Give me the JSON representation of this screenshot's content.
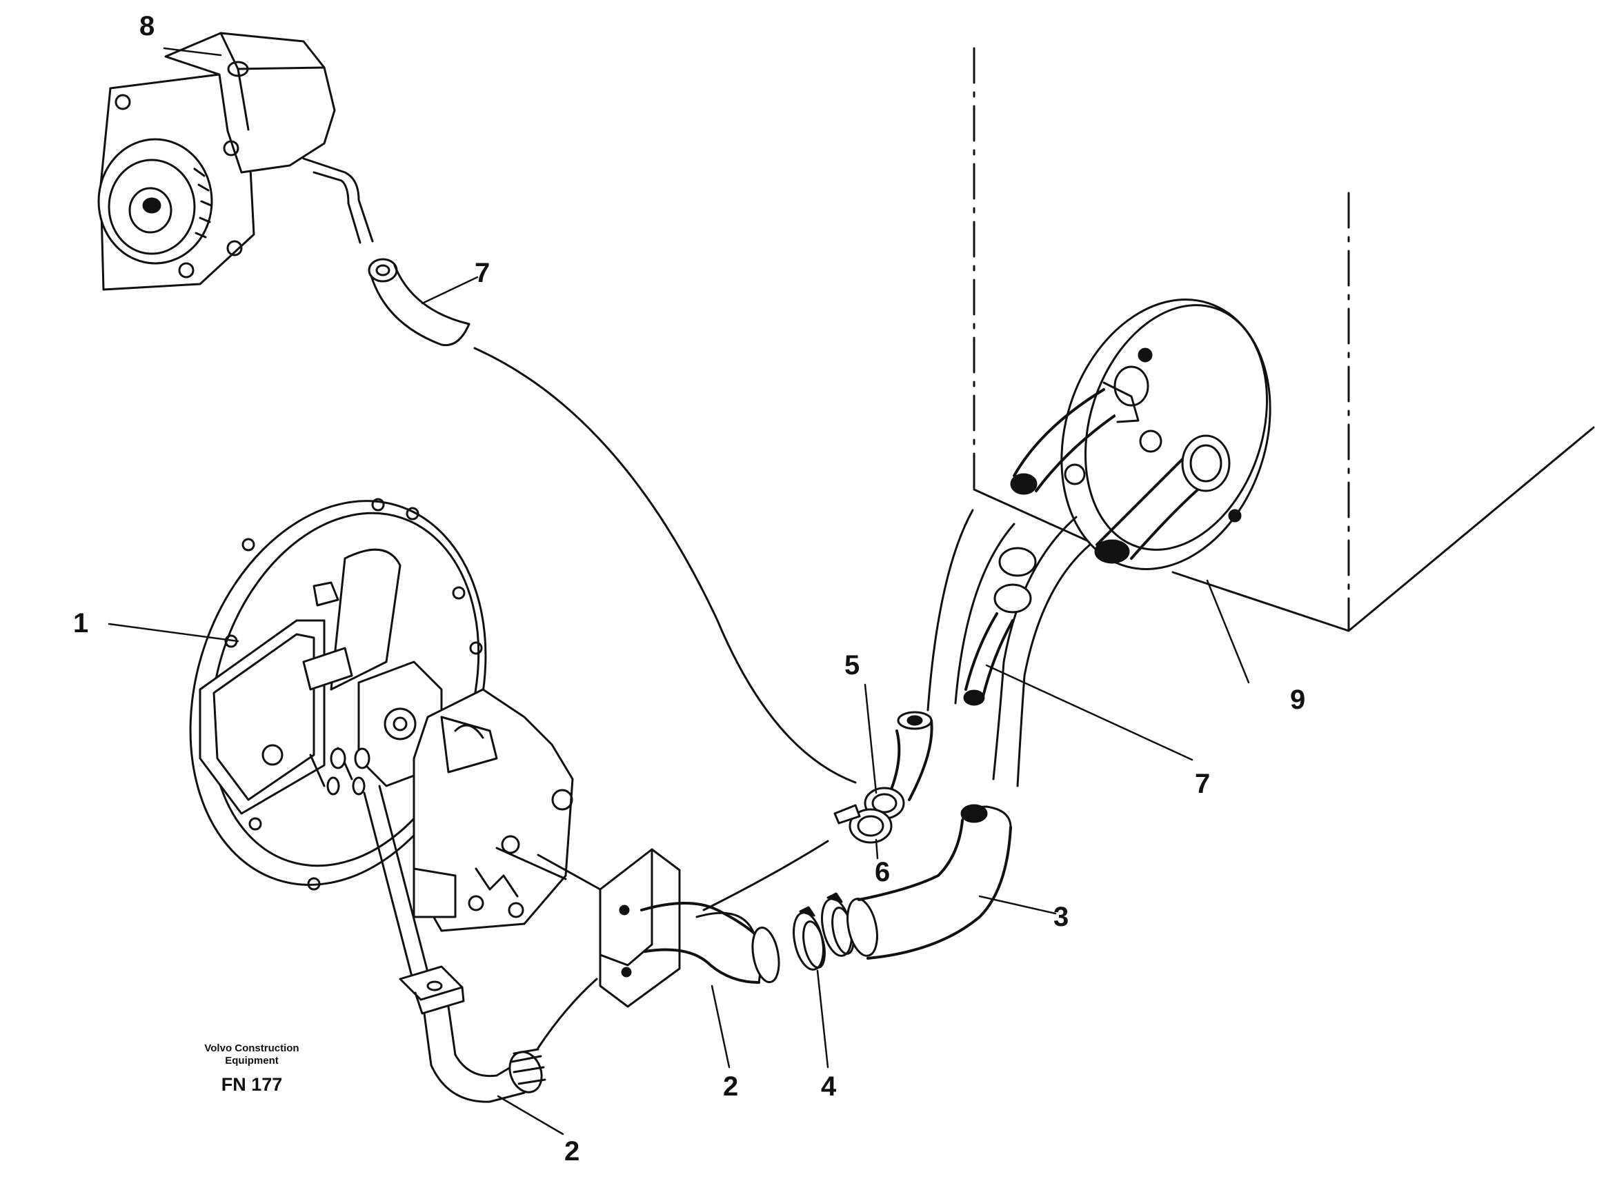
{
  "callouts": {
    "c1": "1",
    "c2a": "2",
    "c2b": "2",
    "c3": "3",
    "c4": "4",
    "c5": "5",
    "c6": "6",
    "c7a": "7",
    "c7b": "7",
    "c8": "8",
    "c9": "9"
  },
  "caption": {
    "line1": "Volvo Construction",
    "line2": "Equipment",
    "code": "FN 177"
  },
  "colors": {
    "ink": "#111111",
    "paper": "#ffffff"
  }
}
